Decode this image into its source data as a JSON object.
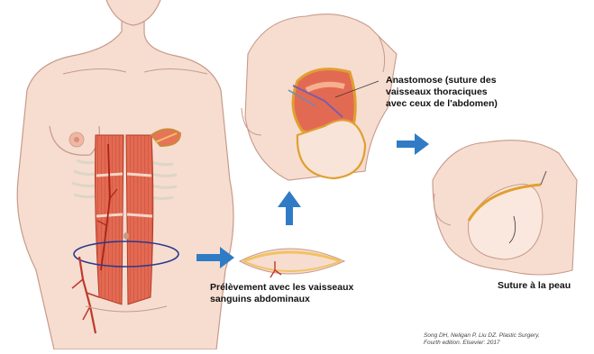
{
  "labels": {
    "anastomose": [
      "Anastomose (suture des",
      "vaisseaux thoraciques",
      "avec ceux de l'abdomen)"
    ],
    "prelevement": [
      "Prélèvement avec les vaisseaux",
      "sanguins abdominaux"
    ],
    "suture": "Suture à la peau"
  },
  "citation": [
    "Song DH, Neligan P, Liu DZ. Plastic Surgery.",
    "Fourth edition. Elsevier: 2017"
  ],
  "colors": {
    "skin": "#f6ddd0",
    "skin_outline": "#c79a8a",
    "muscle": "#e0604b",
    "muscle_light": "#f0a08c",
    "fat": "#f2c261",
    "vessel": "#c0392b",
    "arrow": "#2f7bc6",
    "incision": "#2b3a8f"
  }
}
